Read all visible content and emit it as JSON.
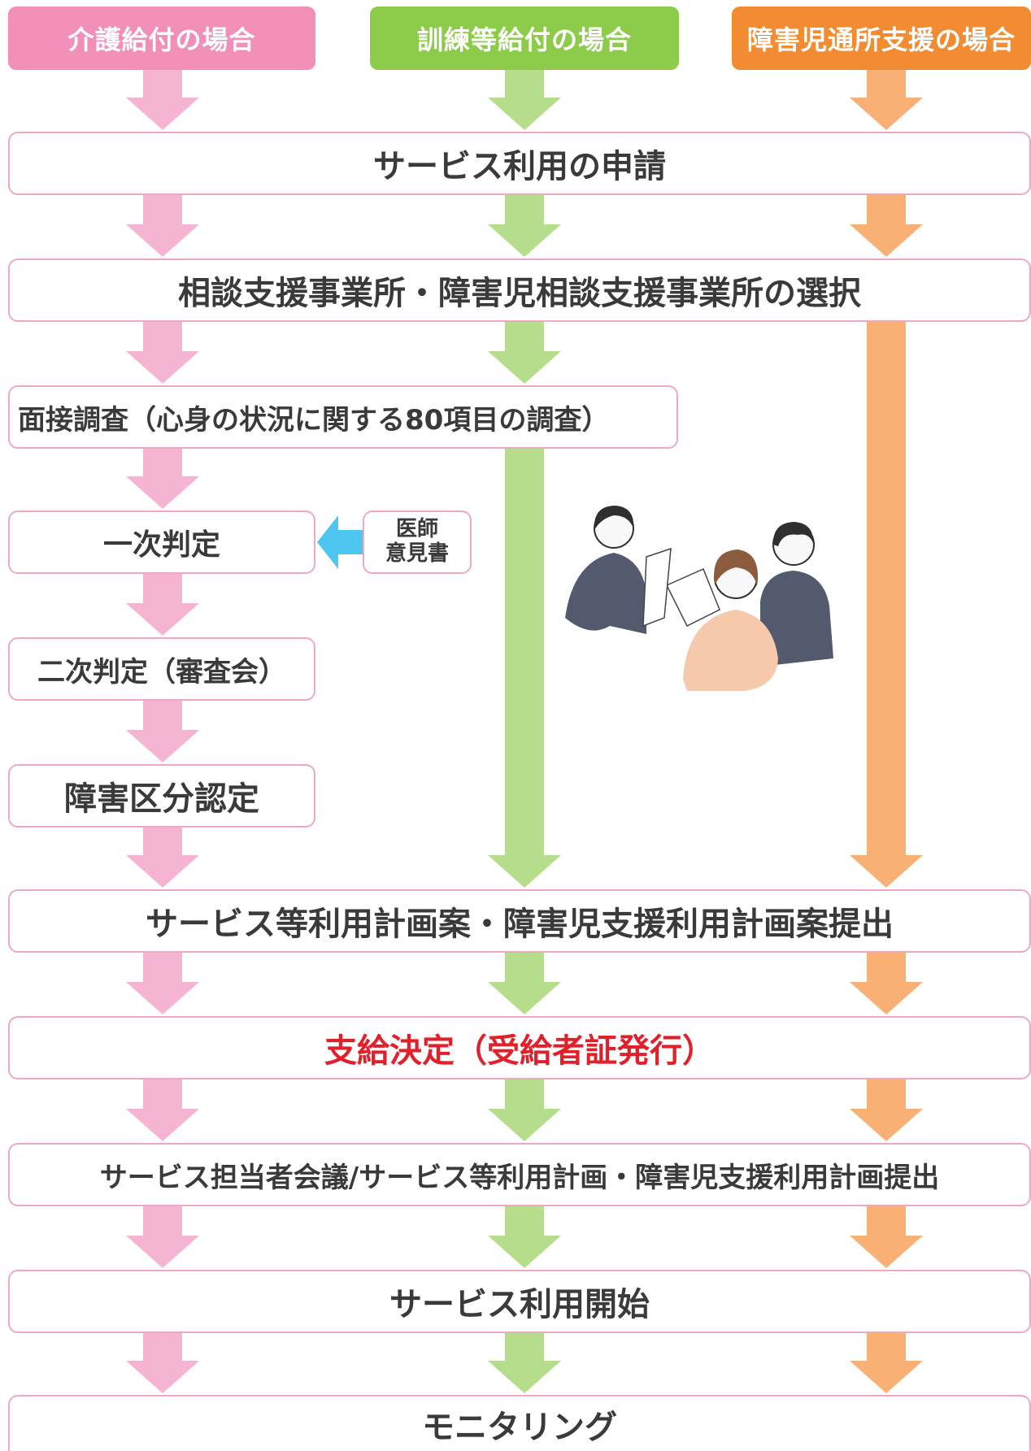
{
  "headers": {
    "kaigo": "介護給付の場合",
    "kunren": "訓練等給付の場合",
    "jido": "障害児通所支援の場合"
  },
  "colors": {
    "pink": "#f18fb8",
    "pink_arrow": "#f5b5d2",
    "green": "#8dcb4a",
    "green_arrow": "#b6dd8c",
    "orange": "#f28c33",
    "orange_arrow": "#f8b074",
    "box_border": "#f0a7c6",
    "blue_arrow": "#4ec7f0",
    "red_text": "#e0202a"
  },
  "steps": {
    "application": "サービス利用の申請",
    "selection": "相談支援事業所・障害児相談支援事業所の選択",
    "interview": "面接調査（心身の状況に関する80項目の調査）",
    "first": "一次判定",
    "doctor": "医師\n意見書",
    "second": "二次判定（審査会）",
    "category": "障害区分認定",
    "plan_draft": "サービス等利用計画案・障害児支援利用計画案提出",
    "decision": "支給決定（受給者証発行）",
    "meeting": "サービス担当者会議/サービス等利用計画・障害児支援利用計画提出",
    "start": "サービス利用開始",
    "monitoring": "モニタリング"
  }
}
